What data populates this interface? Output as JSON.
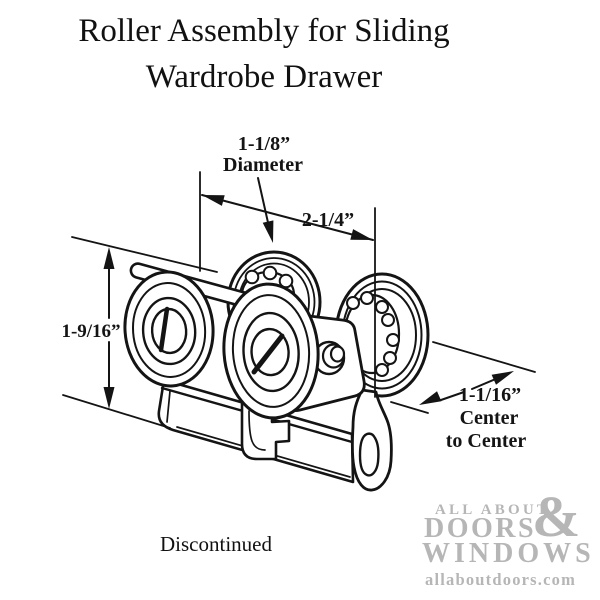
{
  "title": {
    "line1": "Roller Assembly for Sliding",
    "line2": "Wardrobe Drawer"
  },
  "status_note": "Discontinued",
  "diagram": {
    "ink_color": "#141414",
    "labels": {
      "diameter_value": "1-1/8”",
      "diameter_word": "Diameter",
      "width_value": "2-1/4”",
      "height_value": "1-9/16”",
      "cc_value": "1-1/16”",
      "cc_word1": "Center",
      "cc_word2": "to Center"
    }
  },
  "watermark": {
    "line1": "ALL ABOUT",
    "ampersand": "&",
    "line2": "DOORS",
    "line3": "WINDOWS",
    "website": "allaboutdoors.com",
    "color": "#b6b6b6"
  }
}
